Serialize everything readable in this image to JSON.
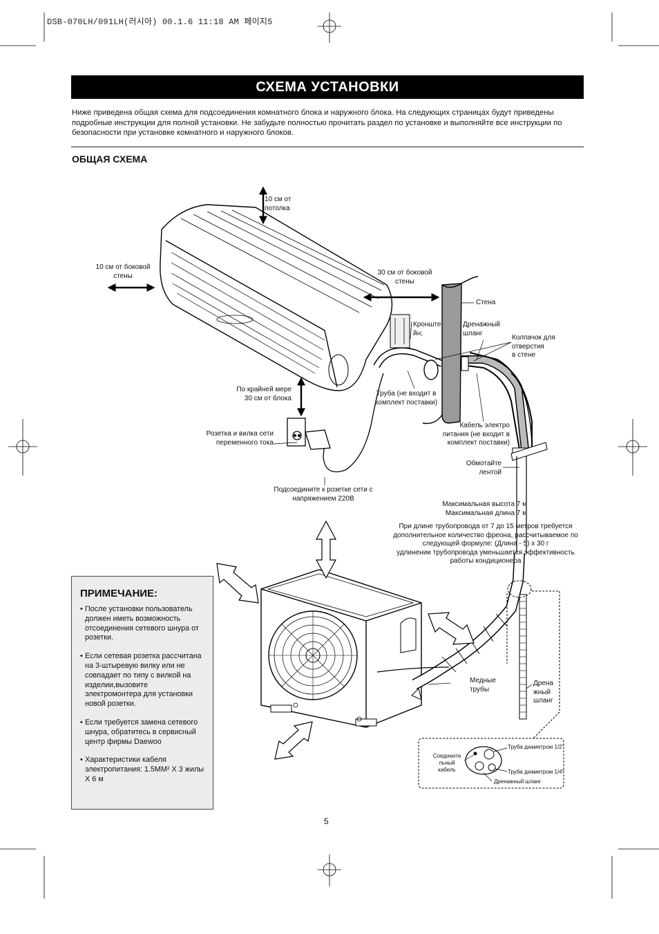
{
  "header": {
    "print_line": "DSB-070LH/091LH(러시아) 00.1.6 11:18 AM 페이지5"
  },
  "title": "СХЕМА УСТАНОВКИ",
  "intro": "Ниже приведена общая схема для подсоединения комнатного блока и наружного блока. На следующих страницах будут приведены подробные инструкции для полной установки. Не забудьте полностью прочитать раздел по установке и выполняйте все инструкции по безопасности при установке комнатного и наружного блоков.",
  "section_title": "ОБЩАЯ СХЕМА",
  "labels": {
    "ceiling": "10 см от\nпотолка",
    "side_left": "10 см от боковой\nстены",
    "side_right": "30 см от боковой\nстены",
    "wall": "Стена",
    "bracket": "Кронште\nйн;",
    "drain_hose": "Дренажный\nшланг",
    "wall_cap": "Колпачок для\nотверстия\nв стене",
    "min_below": "По крайней мере\n30 см от блока",
    "pipe": "Труба (не входит в\nкомплект поставки)",
    "outlet": "Розетка и вилка сети\nпеременного тока",
    "power_cable": "Кабель электро\nпитания (не входит в\nкомплект поставки)",
    "wrap_tape": "Обмотайте\nлентой",
    "connect_220": "Подсоедините к розетке сети с\nнапряжением 220В",
    "max_height_length": "Максимальная высота 7 м\nМаксимальная длина 7 м",
    "freon_note": "При длине трубопровода от 7 до 15 метров требуется\nдополнительное количество фреона, рассчитываемое по\nследующей формуле: (Длина - 5) х 30 г\nудлинении трубопровода уменьшается эффективность\nработы кондиционера",
    "copper_pipes": "Медные\nтрубы",
    "drain_hose_2": "Дрена\nжный\nшланг",
    "connect_cable": "Соедините\nльный\nкабель",
    "pipe_half": "Труба диаметром 1/2\"",
    "pipe_quarter": "Труба диаметром 1/4\"",
    "drain_small": "Дренажный шланг"
  },
  "note": {
    "title": "ПРИМЕЧАНИЕ:",
    "items": [
      "После установки пользователь должен иметь возможность отсоединения сетевого шнура от розетки.",
      "Если сетевая розетка рассчитана на 3-штыревую вилку или не совпадает по типу с вилкой на изделии,вызовите электромонтера для установки новой розетки.",
      "Если требуется замена сетевого шнура, обратитесь в сервисный центр фирмы Daewoo",
      "Характеристики кабеля электропитания: 1.5MM² X 3 жилы X 6 м"
    ]
  },
  "page_number": "5"
}
